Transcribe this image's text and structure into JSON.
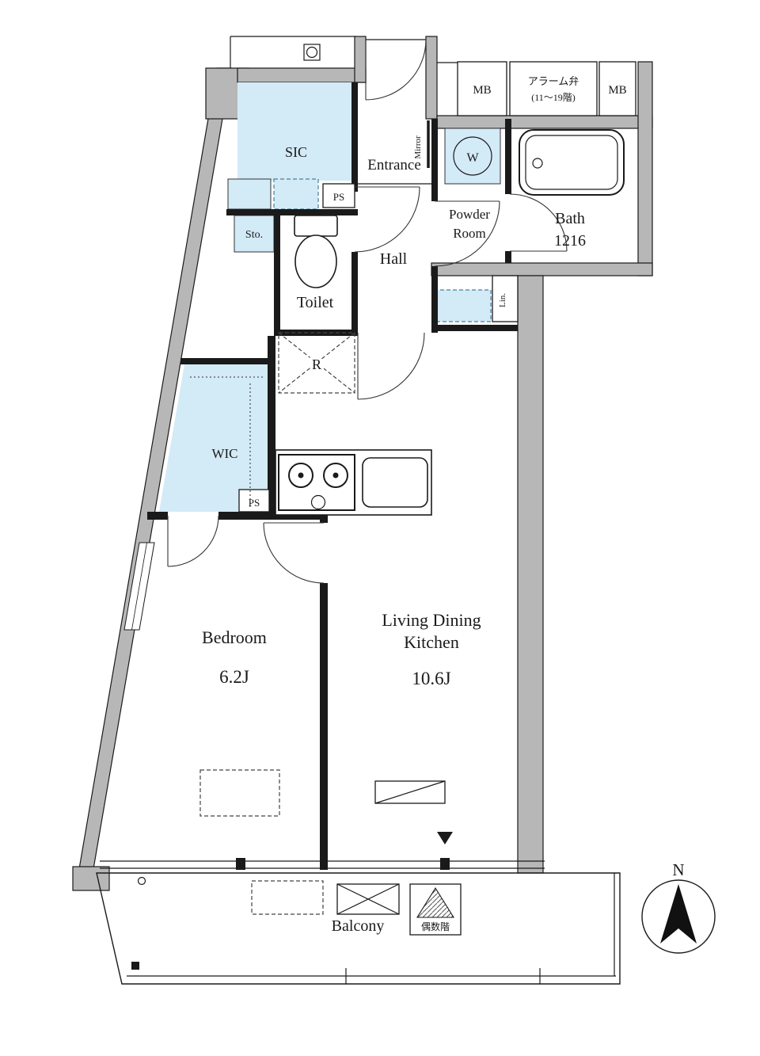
{
  "colors": {
    "wall": "#b7b7b7",
    "closet": "#d3eaf7",
    "line": "#1a1a1a"
  },
  "rooms": {
    "sic": "SIC",
    "entrance": "Entrance",
    "hall": "Hall",
    "toilet": "Toilet",
    "powder_line1": "Powder",
    "powder_line2": "Room",
    "bath": "Bath",
    "bath_size": "1216",
    "wic": "WIC",
    "bedroom": "Bedroom",
    "bedroom_size": "6.2J",
    "ldk_line1": "Living Dining",
    "ldk_line2": "Kitchen",
    "ldk_size": "10.6J",
    "balcony": "Balcony"
  },
  "small_labels": {
    "mirror": "Mirror",
    "washer": "W",
    "storage": "Sto.",
    "linen": "Lin.",
    "fridge": "R",
    "ps_upper": "PS",
    "ps_lower": "PS",
    "mb_left": "MB",
    "mb_right": "MB",
    "alarm_line1": "アラーム弁",
    "alarm_line2": "(11〜19階)",
    "even_floors": "偶数階",
    "north": "N"
  }
}
